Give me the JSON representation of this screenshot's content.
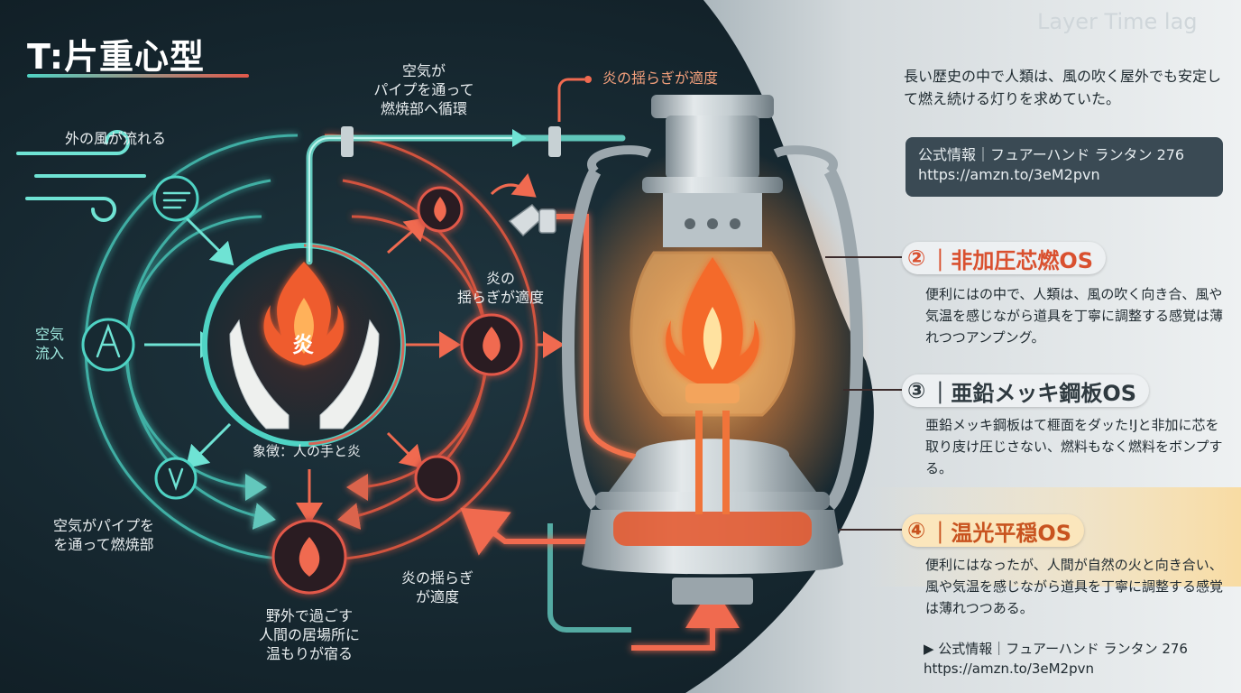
{
  "title": "T:片重心型",
  "brand": "Layer Time lag",
  "intro": "長い歴史の中で人類は、風の吹く屋外でも安定して燃え続ける灯りを求めていた。",
  "info_box": {
    "line1": "公式情報｜フュアーハンド ランタン 276",
    "line2": "https://amzn.to/3eM2pvn"
  },
  "sections": [
    {
      "number": "②",
      "title": "｜非加圧芯燃OS",
      "body": "便利にはの中で、人類は、風の吹く向き合、風や気温を感じながら道具を丁寧に調整する感覚は薄れつつアンプング。"
    },
    {
      "number": "③",
      "title": "｜亜鉛メッキ鋼板OS",
      "body": "亜鉛メッキ鋼板はて榧面をダッた!Jと非加に芯を取り庋け圧じさない、燃料もなく燃料をボンプする。"
    },
    {
      "number": "④",
      "title": "｜温光平穏OS",
      "body": "便利にはなったが、人間が自然の火と向き合い、風や気温を感じながら道具を丁寧に調整する感覚は薄れつつある。"
    }
  ],
  "footer": {
    "line1": "▶ 公式情報｜フュアーハンド ランタン 276",
    "line2": "https://amzn.to/3eM2pvn"
  },
  "labels": {
    "outside_wind": "外の風が流れる",
    "air_pipe_top": "空気が\nパイプを通って\n燃焼部へ循環",
    "flame_top": "炎の揺らぎが適度",
    "flame_mid": "炎の\n揺らぎが適度",
    "air_inflow": "空気\n流入",
    "symbol": "象徴：人の手と炎",
    "air_pipe_bottom": "空気がパイプを\nを通って燃焼部",
    "flame_bottom": "炎の揺らぎ\nが適度",
    "warmth": "野外で過ごす\n人間の居場所に\n温もりが宿る",
    "flame_kanji": "炎"
  },
  "colors": {
    "teal": "#4fd3c4",
    "orange": "#e2584a",
    "panel": "#3a4a54",
    "warm_highlight": "#fbe6bc"
  },
  "icons": [
    "wind-icon",
    "flame-icon",
    "hands-icon",
    "air-inflow-icon",
    "lantern-icon",
    "valve-icon"
  ]
}
